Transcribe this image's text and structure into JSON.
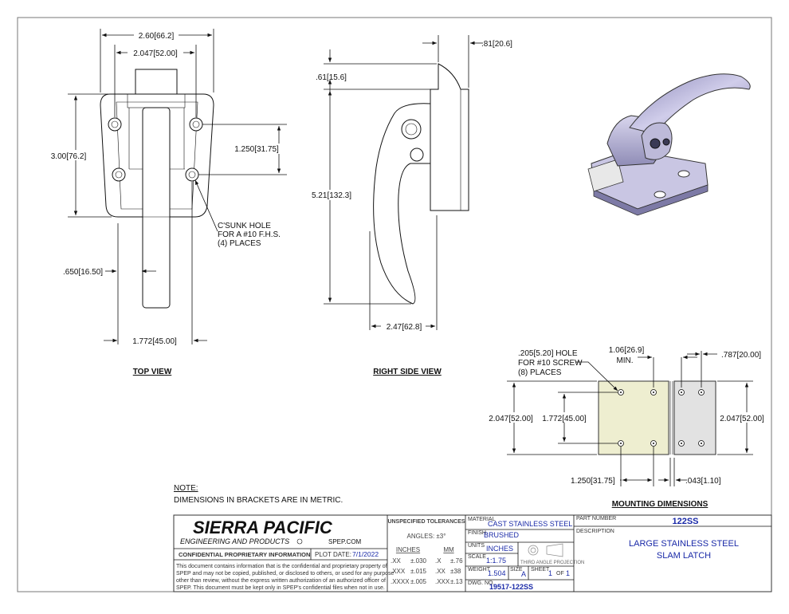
{
  "views": {
    "top_view": "TOP VIEW",
    "right_side_view": "RIGHT SIDE VIEW",
    "mounting_dimensions": "MOUNTING DIMENSIONS"
  },
  "top_dims": {
    "overall_width": "2.60",
    "overall_width_mm": "66.2",
    "hole_spacing": "2.047",
    "hole_spacing_mm": "52.00",
    "height": "3.00",
    "height_mm": "76.2",
    "hole_vertical": "1.250",
    "hole_vertical_mm": "31.75",
    "handle_offset": ".650",
    "handle_offset_mm": "16.50",
    "bottom_width": "1.772",
    "bottom_width_mm": "45.00",
    "csk_note_1": "C'SUNK HOLE",
    "csk_note_2": "FOR A #10 F.H.S.",
    "csk_note_3": "(4) PLACES"
  },
  "side_dims": {
    "top_offset": ".81",
    "top_offset_mm": "20.6",
    "lip": ".61",
    "lip_mm": "15.6",
    "height": "5.21",
    "height_mm": "132.3",
    "depth": "2.47",
    "depth_mm": "62.8"
  },
  "mount_dims": {
    "hole_note_1": ".205",
    "hole_note_1_mm": "5.20",
    "hole_note_1_suffix": "HOLE",
    "hole_note_2": "FOR #10 SCREW",
    "hole_note_3": "(8) PLACES",
    "min_gap": "1.06",
    "min_gap_mm": "26.9",
    "min_label": "MIN.",
    "keeper_width": ".787",
    "keeper_width_mm": "20.00",
    "left_outer": "2.047",
    "left_outer_mm": "52.00",
    "left_inner": "1.772",
    "left_inner_mm": "45.00",
    "right_outer": "2.047",
    "right_outer_mm": "52.00",
    "bottom_spacing": "1.250",
    "bottom_spacing_mm": "31.75",
    "gap": ".043",
    "gap_mm": "1.10"
  },
  "note": {
    "heading": "NOTE:",
    "text": "DIMENSIONS IN BRACKETS ARE IN METRIC."
  },
  "title_block": {
    "company": "SIERRA PACIFIC",
    "company_sub": "ENGINEERING AND PRODUCTS",
    "website": "SPEP.COM",
    "confidential_heading": "CONFIDENTIAL PROPRIETARY INFORMATION",
    "plot_date_label": "PLOT DATE:",
    "plot_date": "7/1/2022",
    "confidential_1": "This document contains information that is the confidential and proprietary property of",
    "confidential_2": "SPEP and may not be copied, published, or disclosed to others, or used for any purpose",
    "confidential_3": "other than review, without the express written authorization of an authorized officer of",
    "confidential_4": "SPEP. This document must be kept only in SPEP's confidential files when not in use.",
    "tolerance_heading": "UNSPECIFIED TOLERANCES",
    "angles": "ANGLES: ±3°",
    "inches_head": "INCHES",
    "mm_head": "MM",
    "tol_rows": [
      {
        "in_k": ".XX",
        "in_v": "±.030",
        "mm_k": ".X",
        "mm_v": "±.76"
      },
      {
        "in_k": ".XXX",
        "in_v": "±.015",
        "mm_k": ".XX",
        "mm_v": "±38"
      },
      {
        "in_k": ".XXXX",
        "in_v": "±.005",
        "mm_k": ".XXX",
        "mm_v": "±.13"
      }
    ],
    "material_label": "MATERIAL",
    "material": "CAST STAINLESS STEEL",
    "finish_label": "FINISH",
    "finish": "BRUSHED",
    "units_label": "UNITS",
    "units": "INCHES",
    "projection": "THIRD ANGLE PROJECTION",
    "scale_label": "SCALE",
    "scale": "1:1.75",
    "weight_label": "WEIGHT",
    "weight": "1.504",
    "size_label": "SIZE",
    "size": "A",
    "sheet_label": "SHEET",
    "sheet": "1",
    "of_label": "OF",
    "sheet_total": "1",
    "dwg_label": "DWG. NO.",
    "dwg_no": "19517-122SS",
    "part_label": "PART NUMBER",
    "part_number": "122SS",
    "desc_label": "DESCRIPTION",
    "desc_1": "LARGE STAINLESS STEEL",
    "desc_2": "SLAM LATCH"
  },
  "colors": {
    "value_blue": "#1a2aa8",
    "latch_base": "#eeeed0",
    "keeper": "#e2e2e2",
    "render_body": "#b9b6da"
  }
}
